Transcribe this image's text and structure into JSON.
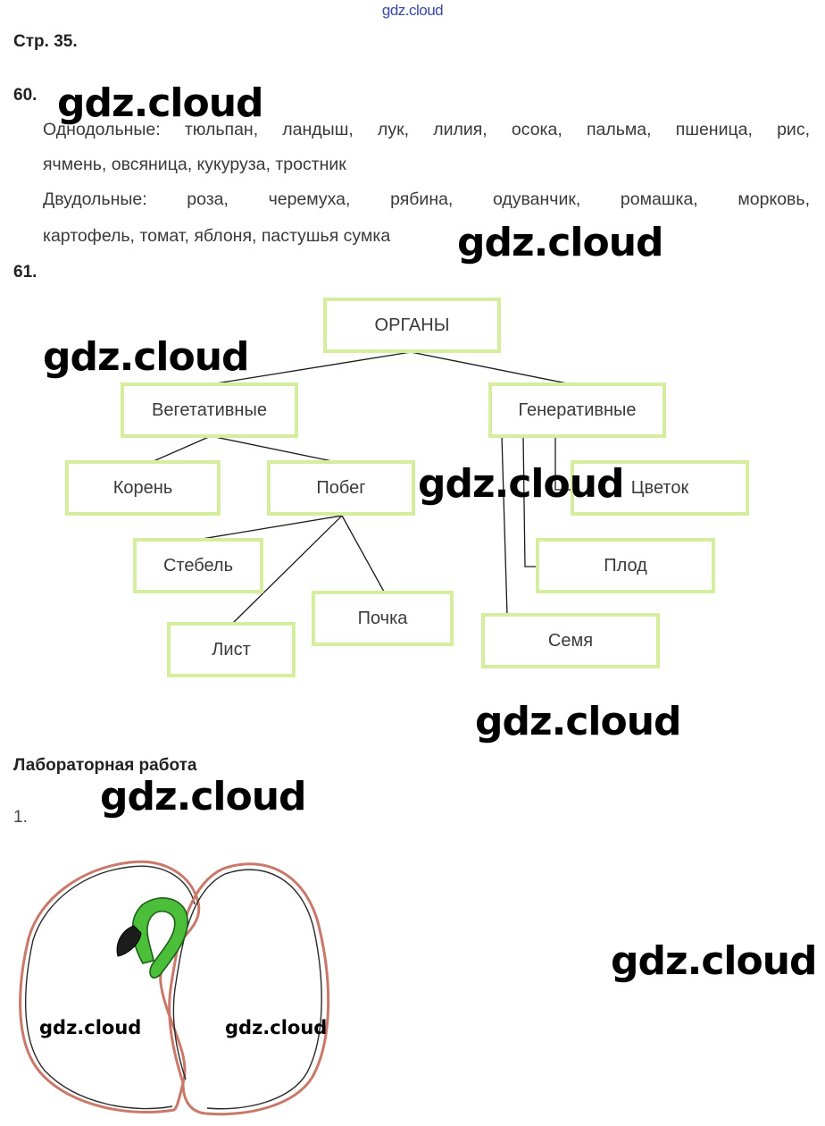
{
  "top_watermark": "gdz.cloud",
  "page_ref": "Стр. 35.",
  "task60": {
    "number": "60.",
    "lines": [
      "Однодольные: тюльпан, ландыш, лук, лилия, осока, пальма, пшеница, рис,",
      "ячмень, овсяница, кукуруза, тростник",
      "Двудольные: роза, черемуха, рябина, одуванчик, ромашка, морковь,",
      "картофель, томат, яблоня, пастушья сумка"
    ]
  },
  "task61": {
    "number": "61.",
    "organs": "ОРГАНЫ",
    "vegetative": "Вегетативные",
    "generative": "Генеративные",
    "root": "Корень",
    "shoot": "Побег",
    "flower": "Цветок",
    "stem": "Стебель",
    "bud": "Почка",
    "leaf": "Лист",
    "fruit": "Плод",
    "seed": "Семя"
  },
  "lab": {
    "title": "Лабораторная работа",
    "item_number": "1."
  },
  "watermark": "gdz.cloud",
  "colors": {
    "box_border": "#d4ee9e",
    "seed_outline": "#c9786a",
    "sprout_green": "#4bbf3a"
  }
}
